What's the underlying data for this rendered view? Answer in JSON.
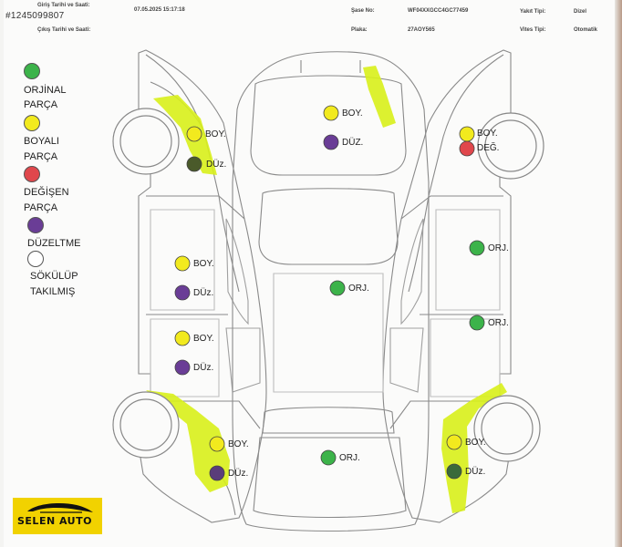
{
  "watermark": "#1245099807",
  "header": {
    "entry_label": "Giriş Tarihi ve Saati:",
    "entry_value": "07.05.2025 15:17:18",
    "exit_label": "Çıkış Tarihi ve Saati:",
    "chassis_label": "Şase No:",
    "chassis_value": "WF04XXGCC4GC77459",
    "plate_label": "Plaka:",
    "plate_value": "27AOY565",
    "fuel_label": "Yakıt Tipi:",
    "fuel_value": "Dizel",
    "gear_label": "Vites Tipi:",
    "gear_value": "Otomatik"
  },
  "legend": [
    {
      "color": "#3cb34a",
      "line1": "ORJİNAL",
      "line2": "PARÇA"
    },
    {
      "color": "#f2ea1e",
      "line1": "BOYALI",
      "line2": "PARÇA"
    },
    {
      "color": "#e0474c",
      "line1": "DEĞİŞEN",
      "line2": "PARÇA"
    },
    {
      "color": "#6a3d96",
      "line1": "DÜZELTME",
      "line2": ""
    },
    {
      "color": "#ffffff",
      "line1": "SÖKÜLÜP",
      "line2": "TAKILMIŞ"
    }
  ],
  "labels": {
    "boy": "BOY.",
    "duz": "DÜz.",
    "duz_cap": "DÜZ.",
    "orj": "ORJ.",
    "deg": "DEĞ."
  },
  "colors": {
    "original": "#3cb34a",
    "painted": "#f2ea1e",
    "changed": "#e0474c",
    "repaired": "#6a3d96",
    "highlight": "#d8ef1a"
  },
  "logo": {
    "text": "SELEN AUTO"
  }
}
